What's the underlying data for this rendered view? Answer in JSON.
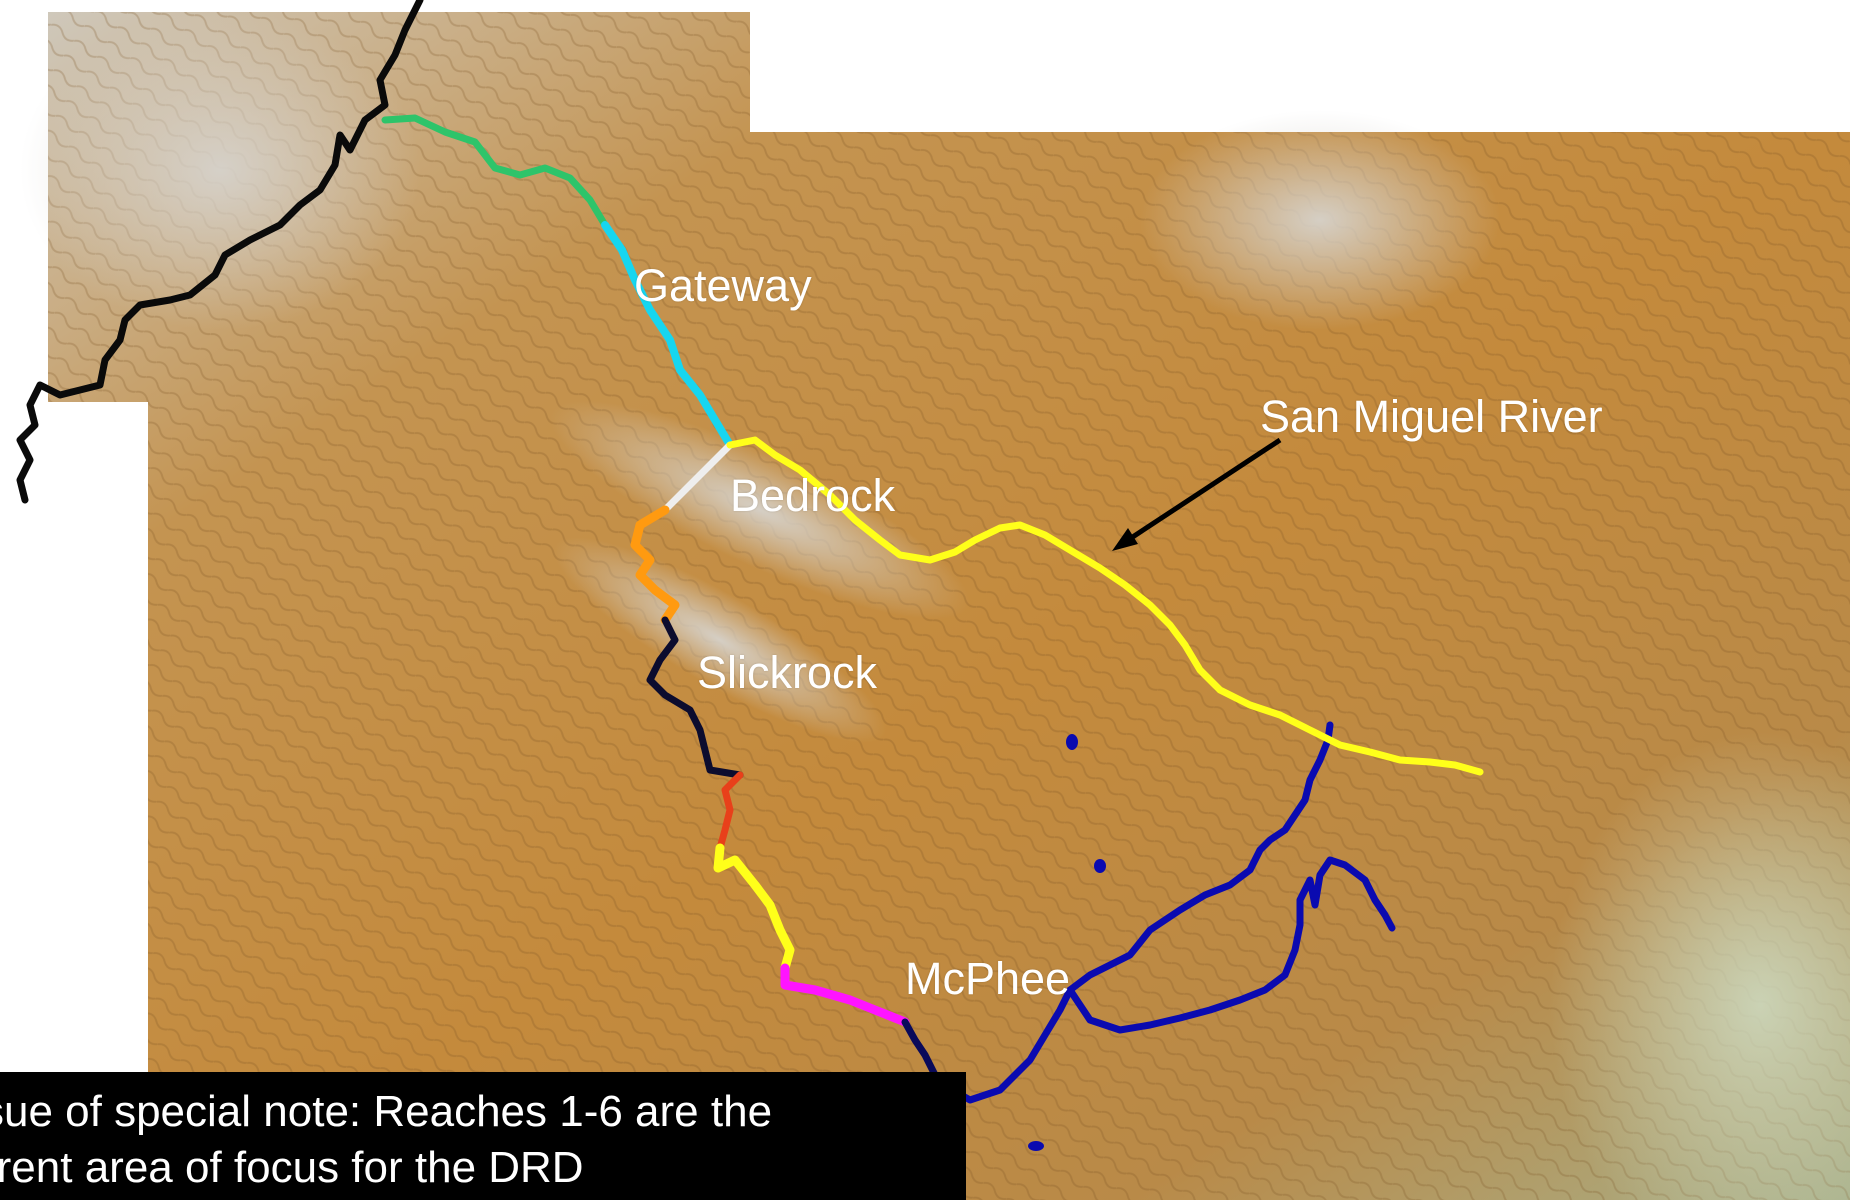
{
  "labels": {
    "gateway": "Gateway",
    "bedrock": "Bedrock",
    "slickrock": "Slickrock",
    "mcphee": "McPhee",
    "san_miguel": "San Miguel River"
  },
  "note": {
    "text": "sue of special note: Reaches 1-6 are the\nrrent area of focus for the DRD"
  },
  "colors": {
    "terrain_tan": "#c9913f",
    "terrain_light": "#d9d3c8",
    "terrain_green": "#b9c7a0",
    "reach_green": "#2ec46a",
    "reach_cyan": "#16d6f0",
    "reach_white": "#eeeeee",
    "reach_orange": "#ff9a10",
    "reach_navy": "#0c0c2e",
    "reach_red": "#e8401a",
    "reach_yellow": "#ffff1a",
    "reach_magenta": "#ff14ff",
    "reach_blue": "#0a0ab0",
    "dolores_black": "#0a0a0a"
  }
}
